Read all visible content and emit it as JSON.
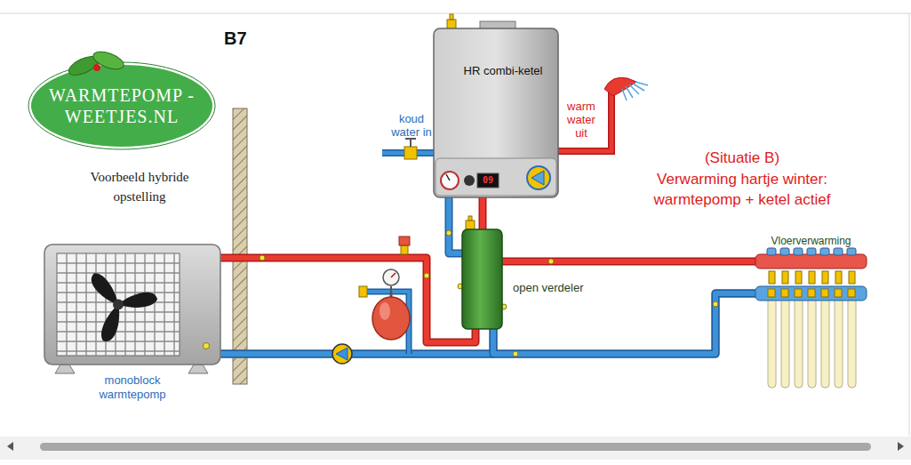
{
  "diagram": {
    "title": "B7",
    "nodes": [
      {
        "text": [
          "WARMTEPOMP -WEETJES.NL"
        ]
      },
      {
        "text": [
          "monoblock warmtepomp"
        ]
      },
      {
        "text": [
          "HR combi-ketel"
        ]
      },
      {
        "text": [
          "open verdeler"
        ]
      },
      {
        "text": [
          "Vloerverwarming"
        ]
      }
    ],
    "edges": [
      {
        "from": 1,
        "to": 3,
        "arrow": "none"
      },
      {
        "from": 3,
        "to": 1,
        "arrow": "none"
      },
      {
        "from": 2,
        "to": 3,
        "arrow": "none"
      },
      {
        "from": 3,
        "to": 2,
        "arrow": "none"
      },
      {
        "from": 3,
        "to": 4,
        "arrow": "none"
      },
      {
        "from": 4,
        "to": 1,
        "arrow": "none"
      },
      {
        "from": 4,
        "to": 3,
        "arrow": "none"
      }
    ],
    "labels": [
      "Voorbeeld hybride opstelling",
      "koud water in",
      "warm water uit",
      "09",
      "(Situatie B)",
      "Verwarming hartje winter: warmtepomp + ketel actief"
    ]
  }
}
